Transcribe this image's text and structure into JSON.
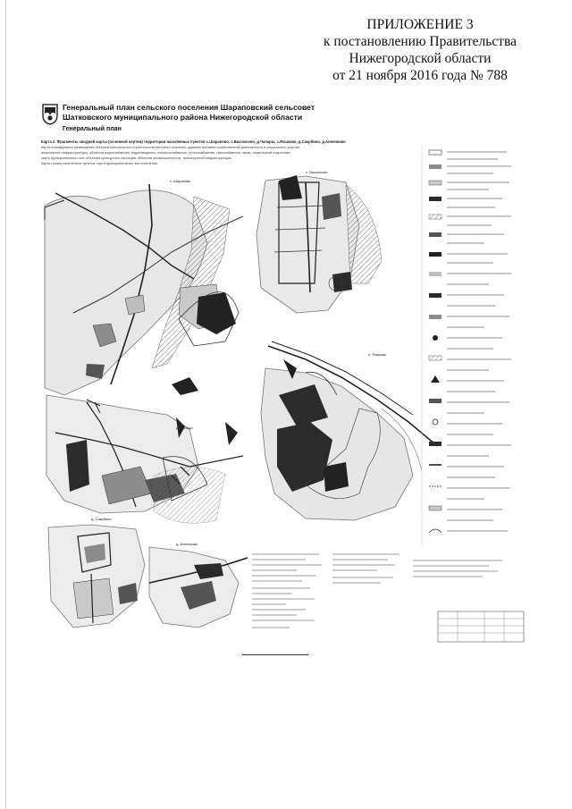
{
  "appendix": {
    "line1": "ПРИЛОЖЕНИЕ 3",
    "line2": "к постановлению Правительства",
    "line3": "Нижегородской области",
    "line4": "от 21 ноября 2016 года № 788"
  },
  "plan": {
    "title_line1": "Генеральный план сельского поселения Шараповский сельсовет",
    "title_line2": "Шатковского муниципального района Нижегородской области",
    "subtitle": "Генеральный план"
  },
  "notes": {
    "card_caption": "Карта 2. Фрагменты сводной карты (основной чертеж) территории населенных пунктов с.Шарапово, с.Высокозно, д.Чапары, с.Языково, д.Сакрбино, д.Анненково",
    "line1": "Карта планируемого размещения объектов капитального строительства местного значения, административно-хозяйственной деятельности и социального участия",
    "line2": "инженерной инфраструктуры, объектов водоснабжения, водоотведения, электроснабжения, теплоснабжения, газоснабжения, связи, инженерной подготовки",
    "line3": "карта функциональных зон: объектов культурного наследия, объектов промышленности, транспортной инфраструктуры",
    "line4": "Карта границ населенных пунктов, карта функциональных зон поселения"
  },
  "map_labels": {
    "a": "с. Шарапово",
    "b": "с. Высокозно",
    "c": "д. Чапары",
    "d": "с. Языково",
    "e": "д. Сакрбино",
    "f": "д. Анненково"
  },
  "colors": {
    "ink": "#1a1a1a",
    "dark_fill": "#2b2b2b",
    "gray_fill": "#8c8c8c",
    "light_fill": "#c9c9c9",
    "paper": "#ffffff"
  },
  "icons": {
    "emblem": "district-coat-of-arms-icon"
  }
}
